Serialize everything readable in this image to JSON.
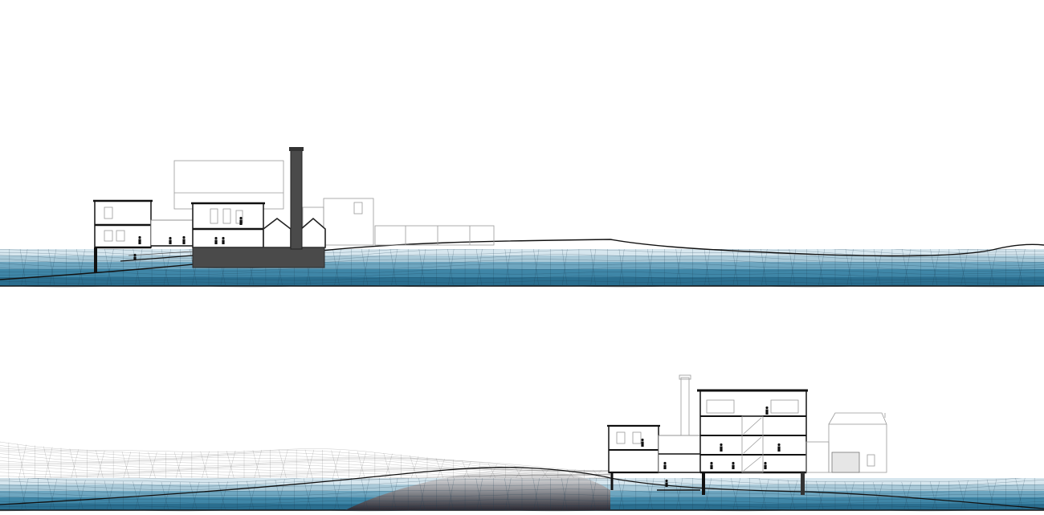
{
  "colors": {
    "water_band_1": "#d6e6ee",
    "water_band_2": "#a9c9d8",
    "water_band_3": "#6ea6c0",
    "water_band_4": "#3f86a7",
    "water_band_5": "#2a6e8f",
    "ground_line": "#111111",
    "building_fill": "#4a4a4a"
  },
  "sections": [
    {
      "name": "section-upper",
      "elements": [
        "factory-buildings",
        "chimney",
        "terrain-mesh",
        "flood-water"
      ]
    },
    {
      "name": "section-lower",
      "elements": [
        "terrain-mesh",
        "multi-storey-building",
        "chimney",
        "flood-water"
      ]
    }
  ],
  "icons": [
    "person-silhouette-icon",
    "chimney-icon"
  ]
}
